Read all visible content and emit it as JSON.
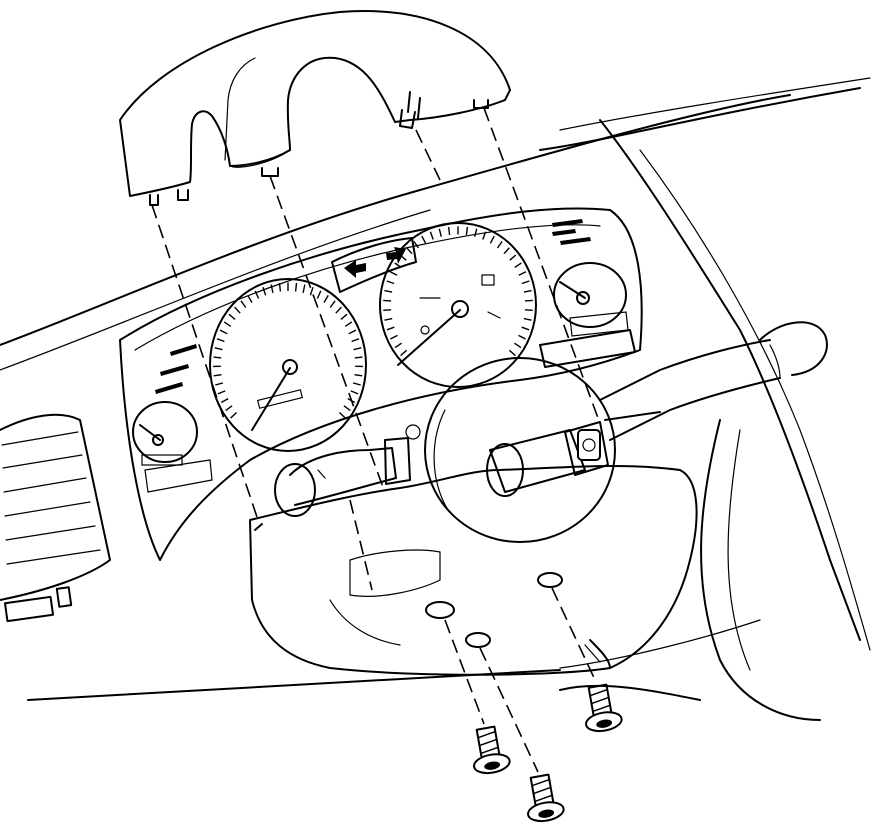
{
  "diagram": {
    "view": "exploded-view",
    "parts": [
      "upper-steering-column-shroud",
      "lower-steering-column-shroud",
      "shroud-screw",
      "instrument-cluster",
      "steering-column",
      "turn-signal-stalk",
      "wiper-stalk",
      "dashboard-air-vent"
    ],
    "screw_count": 3,
    "colors": {
      "line": "#000000",
      "background": "#ffffff"
    }
  }
}
